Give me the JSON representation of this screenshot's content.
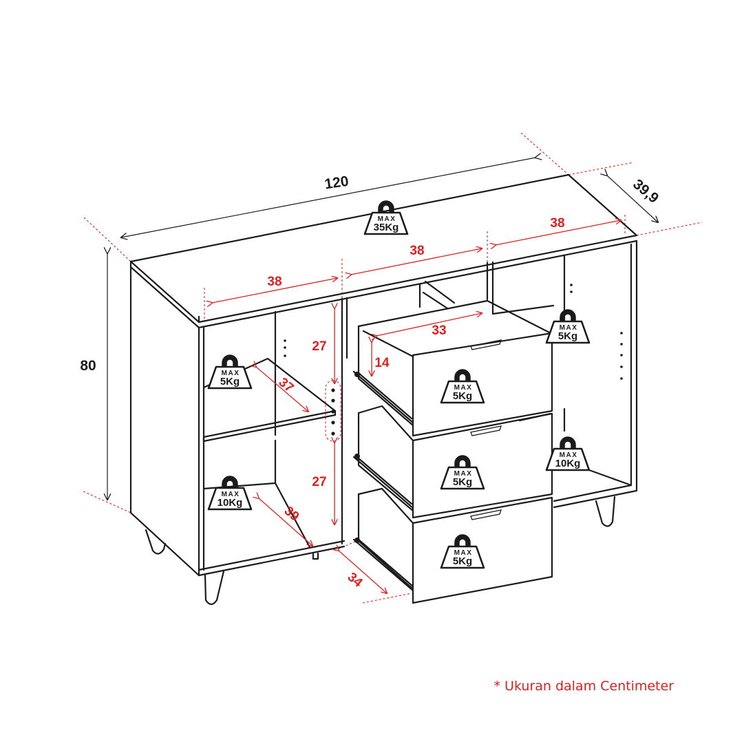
{
  "dimensions": {
    "width": "120",
    "depth": "39,9",
    "height": "80"
  },
  "inner_dimensions": {
    "top_left_width": "38",
    "top_mid_width": "38",
    "top_right_width": "38",
    "left_top_height": "27",
    "left_bottom_height": "27",
    "shelf_depth": "37",
    "bottom_depth": "39",
    "drawer_width": "33",
    "drawer_height": "14",
    "drawer_depth": "34"
  },
  "load_labels": {
    "max_text": "MAX",
    "top": "35Kg",
    "left_shelf": "5Kg",
    "left_bottom": "10Kg",
    "right_upper": "5Kg",
    "right_lower": "10Kg",
    "drawer_1": "5Kg",
    "drawer_2": "5Kg",
    "drawer_3": "5Kg"
  },
  "footnote": "* Ukuran dalam Centimeter",
  "colors": {
    "line": "#1b1b1b",
    "accent_red": "#e02020",
    "background": "#ffffff"
  },
  "icons": [
    "weight-icon"
  ]
}
